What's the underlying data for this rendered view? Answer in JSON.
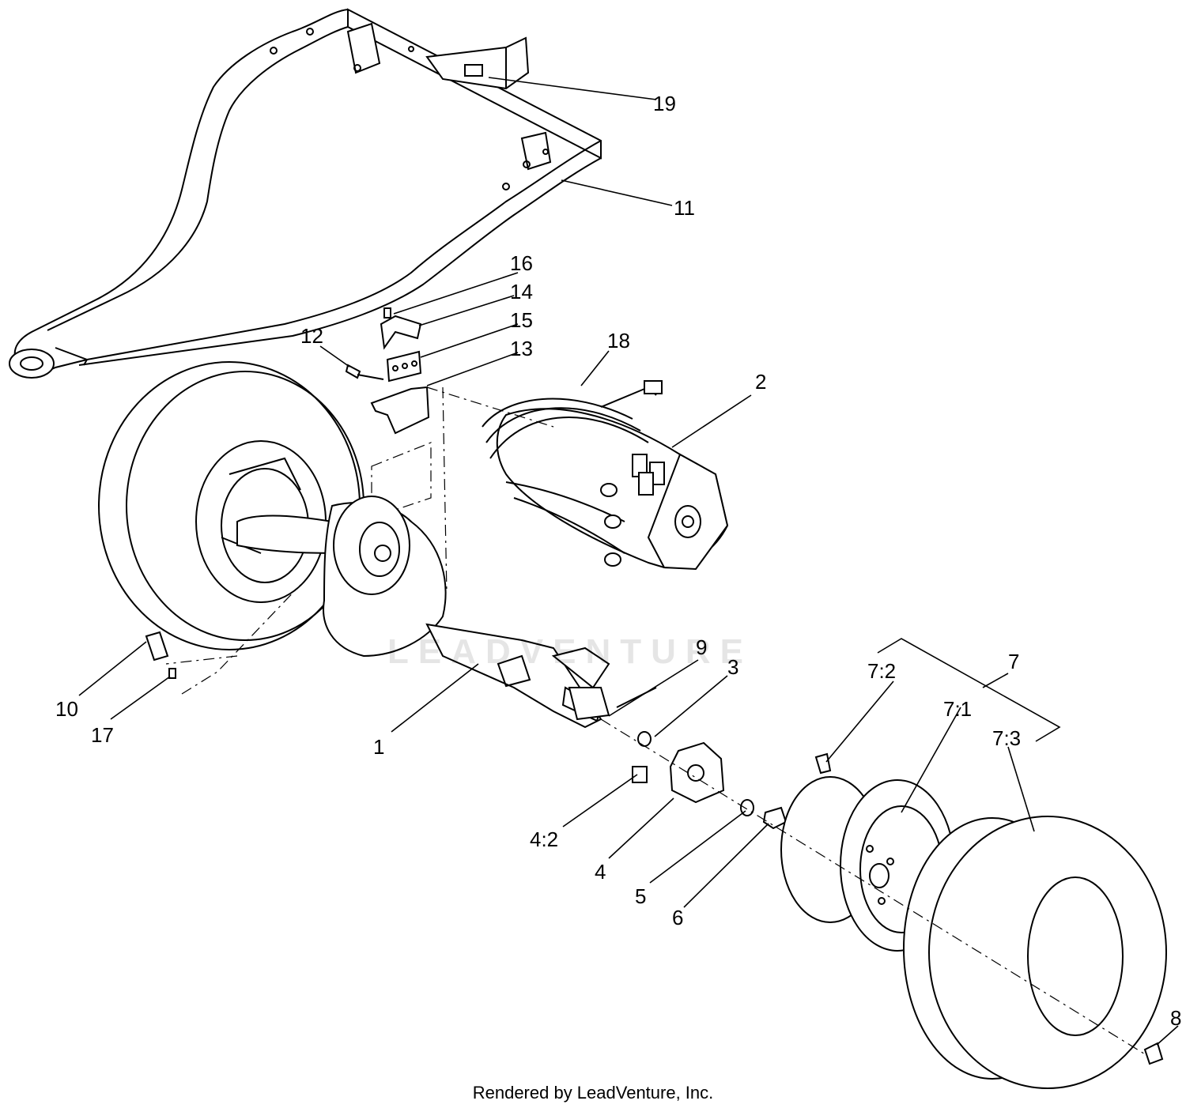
{
  "callouts": {
    "c19": "19",
    "c11": "11",
    "c16": "16",
    "c14": "14",
    "c15": "15",
    "c13": "13",
    "c12": "12",
    "c18": "18",
    "c2": "2",
    "c9": "9",
    "c3": "3",
    "c7": "7",
    "c72": "7:2",
    "c71": "7:1",
    "c73": "7:3",
    "c10": "10",
    "c17": "17",
    "c1": "1",
    "c42": "4:2",
    "c4": "4",
    "c5": "5",
    "c6": "6",
    "c8": "8"
  },
  "footer": "Rendered by LeadVenture, Inc.",
  "watermark": "LEADVENTURE",
  "colors": {
    "line": "#000000",
    "background": "#ffffff",
    "watermark": "#e6e6e6"
  }
}
